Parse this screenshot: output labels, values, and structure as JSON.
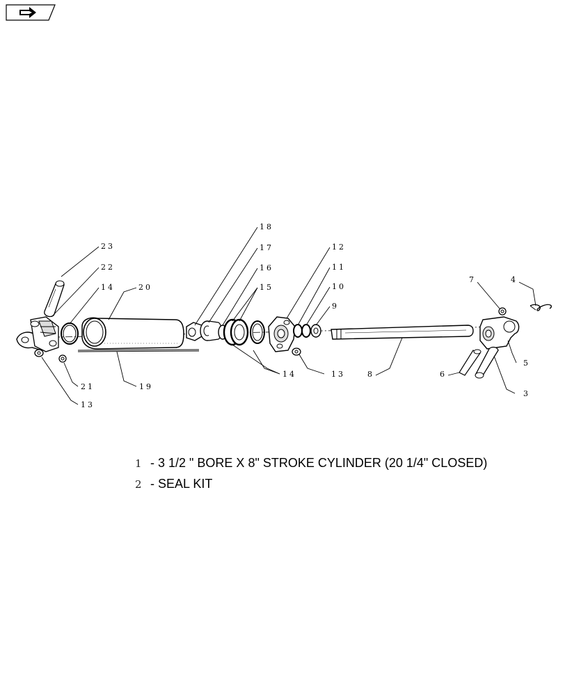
{
  "callouts": {
    "c23": "23",
    "c22": "22",
    "c14a": "14",
    "c20": "20",
    "c18": "18",
    "c17": "17",
    "c16": "16",
    "c15": "15",
    "c12": "12",
    "c11": "11",
    "c10": "10",
    "c9": "9",
    "c7": "7",
    "c4": "4",
    "c5": "5",
    "c3": "3",
    "c6": "6",
    "c8": "8",
    "c13b": "13",
    "c14b": "14",
    "c19": "19",
    "c21": "21",
    "c13a": "13"
  },
  "legend": [
    {
      "num": "1",
      "text": "- 3 1/2 \" BORE X 8\" STROKE CYLINDER (20 1/4\" CLOSED)"
    },
    {
      "num": "2",
      "text": "- SEAL KIT"
    }
  ],
  "icons": {
    "nav": "forward-arrow-icon"
  }
}
